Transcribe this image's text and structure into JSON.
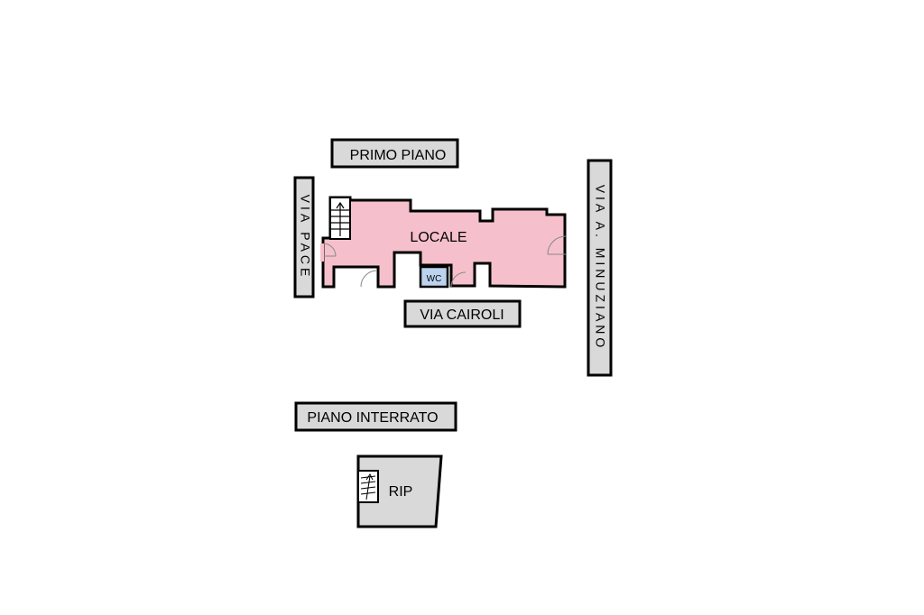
{
  "labels": {
    "primo_piano": "PRIMO PIANO",
    "via_pace": "VIA PACE",
    "via_minuziano": "VIA A. MINUZIANO",
    "via_cairoli": "VIA CAIROLI",
    "piano_interrato": "PIANO INTERRATO"
  },
  "rooms": {
    "locale": "LOCALE",
    "wc": "WC",
    "rip": "RIP"
  },
  "colors": {
    "room_fill": "#f5c0cb",
    "wc_fill": "#bcd3ee",
    "basement_fill": "#d9d9d9",
    "label_box_fill": "#d9d9d9",
    "wall": "#000000"
  }
}
